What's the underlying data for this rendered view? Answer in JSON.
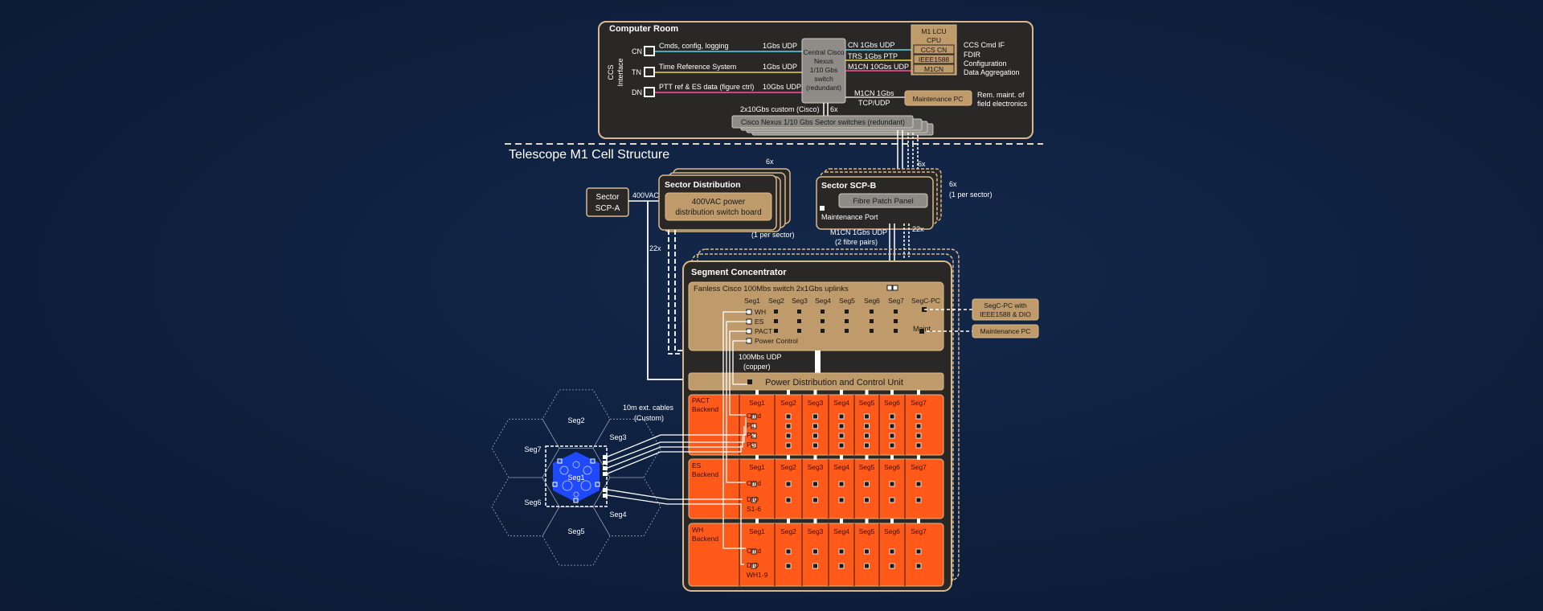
{
  "computer_room": {
    "title": "Computer Room",
    "ccs_interface": [
      "CCS",
      "Interface"
    ],
    "cn": "CN",
    "tn": "TN",
    "dn": "DN",
    "cn_desc": "Cmds, config, logging",
    "tn_desc": "Time Reference System",
    "dn_desc": "PTT ref & ES data (figure ctrl)",
    "cn_speed": "1Gbs UDP",
    "tn_speed": "1Gbs UDP",
    "dn_speed": "10Gbs UDP",
    "central_switch": [
      "Central Cisco",
      "Nexus",
      "1/10 Gbs",
      "switch",
      "(redundant)"
    ],
    "out_cn": "CN 1Gbs UDP",
    "out_trs": "TRS 1Gbs PTP",
    "out_m1cn": "M1CN 10Gbs UDP",
    "lcu_lines": [
      "M1 LCU",
      "CPU"
    ],
    "lcu_ccs_cn": "CCS CN",
    "lcu_ieee": "IEEE1588",
    "lcu_m1cn": "M1CN",
    "lcu_notes": [
      "CCS Cmd IF",
      "FDIR",
      "Configuration",
      "Data Aggregation"
    ],
    "m1cn_link": [
      "M1CN 1Gbs",
      "TCP/UDP"
    ],
    "maint_pc": "Maintenance PC",
    "maint_note": [
      "Rem. maint. of",
      "field electronics"
    ],
    "sector_link": "2x10Gbs custom (Cisco)",
    "six_x": "6x",
    "sector_switches": "Cisco Nexus 1/10 Gbs Sector switches (redundant)"
  },
  "telescope_label": "Telescope M1 Cell Structure",
  "sector_scpa": [
    "Sector",
    "SCP-A"
  ],
  "vac_label": "400VAC",
  "sector_distribution": {
    "title": "Sector Distribution",
    "multiplier": "6x",
    "inner": [
      "400VAC power",
      "distribution switch board"
    ],
    "note": "(1 per sector)"
  },
  "scpb": {
    "title": "Sector SCP-B",
    "fibre_panel": "Fibre Patch Panel",
    "maint_port": "Maintenance Port",
    "multiplier": [
      "6x",
      "(1 per sector)"
    ],
    "six_x": "6x"
  },
  "m1cn_fibre": [
    "M1CN 1Gbs UDP",
    "(2 fibre pairs)"
  ],
  "mult_22x": "22x",
  "segment_concentrator": {
    "title": "Segment Concentrator",
    "switch_title": "Fanless Cisco 100Mbs switch 2x1Gbs uplinks",
    "seg_labels": [
      "Seg1",
      "Seg2",
      "Seg3",
      "Seg4",
      "Seg5",
      "Seg6",
      "Seg7"
    ],
    "segc_pc": "SegC-PC",
    "rows": [
      "WH",
      "ES",
      "PACT",
      "Power Control"
    ],
    "maint": "Maint.",
    "segc_pc_box": [
      "SegC-PC with",
      "IEEE1588 & DIO"
    ],
    "maint_pc": "Maintenance PC",
    "udp": [
      "100Mbs UDP",
      "(copper)"
    ],
    "pdcu": "Power Distribution and Control Unit"
  },
  "pact_backend": {
    "title": [
      "PACT",
      "Backend"
    ],
    "rows": [
      "Cmd",
      "P1",
      "P2",
      "P3"
    ]
  },
  "es_backend": {
    "title": [
      "ES",
      "Backend"
    ],
    "rows": [
      "Cmd",
      "DIO"
    ],
    "sub": "S1-6"
  },
  "wh_backend": {
    "title": [
      "WH",
      "Backend"
    ],
    "rows": [
      "Cmd",
      "DIO"
    ],
    "sub": "WH1-9"
  },
  "ext_cables": [
    "10m ext. cables",
    "(Custom)"
  ],
  "hex_labels": {
    "seg1": "Seg1",
    "seg2": "Seg2",
    "seg3": "Seg3",
    "seg4": "Seg4",
    "seg5": "Seg5",
    "seg6": "Seg6",
    "seg7": "Seg7"
  },
  "colors": {
    "tan": "#bf9a6b",
    "tan_border": "#d9b98a",
    "dark_panel": "#2a2826",
    "orange": "#ff5a1a",
    "blue_seg": "#1f49ff",
    "cyan": "#56d8ea",
    "yellow": "#e8d348",
    "magenta": "#ff4fa0"
  }
}
